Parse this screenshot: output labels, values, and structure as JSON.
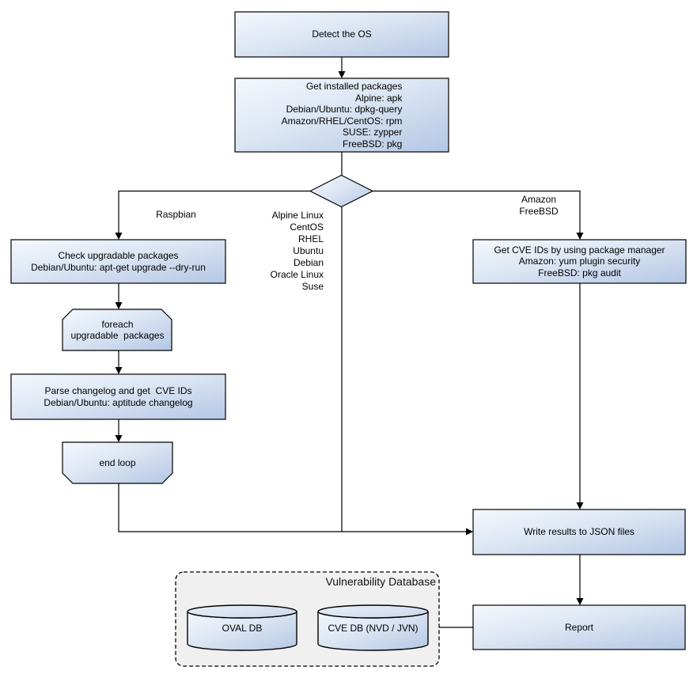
{
  "diagram": {
    "nodes": {
      "detect_os": {
        "label": "Detect the OS"
      },
      "get_installed_packages": {
        "label": "Get installed packages\nAlpine: apk\nDebian/Ubuntu: dpkg-query\nAmazon/RHEL/CentOS: rpm\nSUSE: zypper\nFreeBSD: pkg"
      },
      "check_upgradable": {
        "label": "Check upgradable packages\nDebian/Ubuntu: apt-get upgrade --dry-run"
      },
      "foreach_loop": {
        "label": "foreach\nupgradable  packages"
      },
      "parse_changelog": {
        "label": "Parse changelog and get  CVE IDs\nDebian/Ubuntu: aptitude changelog"
      },
      "end_loop": {
        "label": "end loop"
      },
      "get_cve_ids": {
        "label": "Get CVE IDs by using package manager\nAmazon: yum plugin security\nFreeBSD: pkg audit"
      },
      "write_json": {
        "label": "Write results to JSON files"
      },
      "report": {
        "label": "Report"
      }
    },
    "edge_labels": {
      "raspbian": "Raspbian",
      "os_list": "Alpine Linux\nCentOS\nRHEL\nUbuntu\nDebian\nOracle Linux\nSuse",
      "amazon_freebsd": "Amazon\nFreeBSD"
    },
    "group": {
      "title": "Vulnerability Database",
      "databases": {
        "oval": {
          "label": "OVAL DB"
        },
        "cve": {
          "label": "CVE DB (NVD / JVN)"
        }
      }
    },
    "colors": {
      "node_fill_light": "#f3f7fc",
      "node_fill_dark": "#b4c7e5",
      "node_border": "#000000",
      "group_fill": "#f0f0f0",
      "line": "#000000",
      "text": "#000000"
    }
  }
}
